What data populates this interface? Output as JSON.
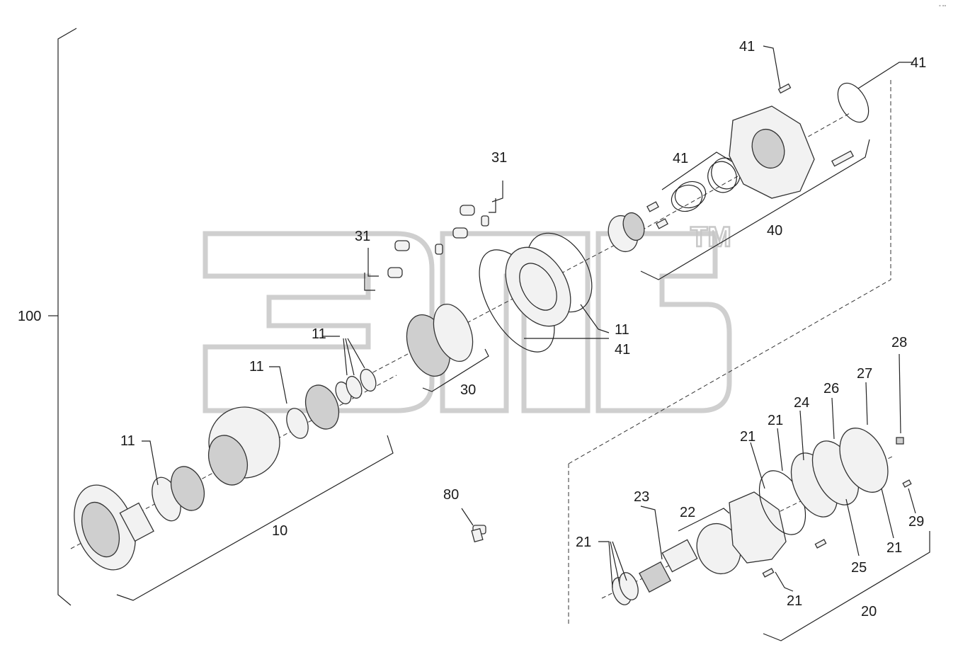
{
  "corner_mark": "° °°",
  "watermark": {
    "text": "эмс",
    "tm": "TM"
  },
  "callouts": {
    "c41a": "41",
    "c41b": "41",
    "c41c": "41",
    "c41d": "41",
    "c31a": "31",
    "c31b": "31",
    "c40": "40",
    "c30": "30",
    "c11a": "11",
    "c11b": "11",
    "c11c": "11",
    "c11d": "11",
    "c100": "100",
    "c10": "10",
    "c80": "80",
    "c28": "28",
    "c27": "27",
    "c26": "26",
    "c24": "24",
    "c21a": "21",
    "c21b": "21",
    "c21c": "21",
    "c21d": "21",
    "c21e": "21",
    "c23": "23",
    "c22": "22",
    "c25": "25",
    "c29": "29",
    "c20": "20"
  }
}
